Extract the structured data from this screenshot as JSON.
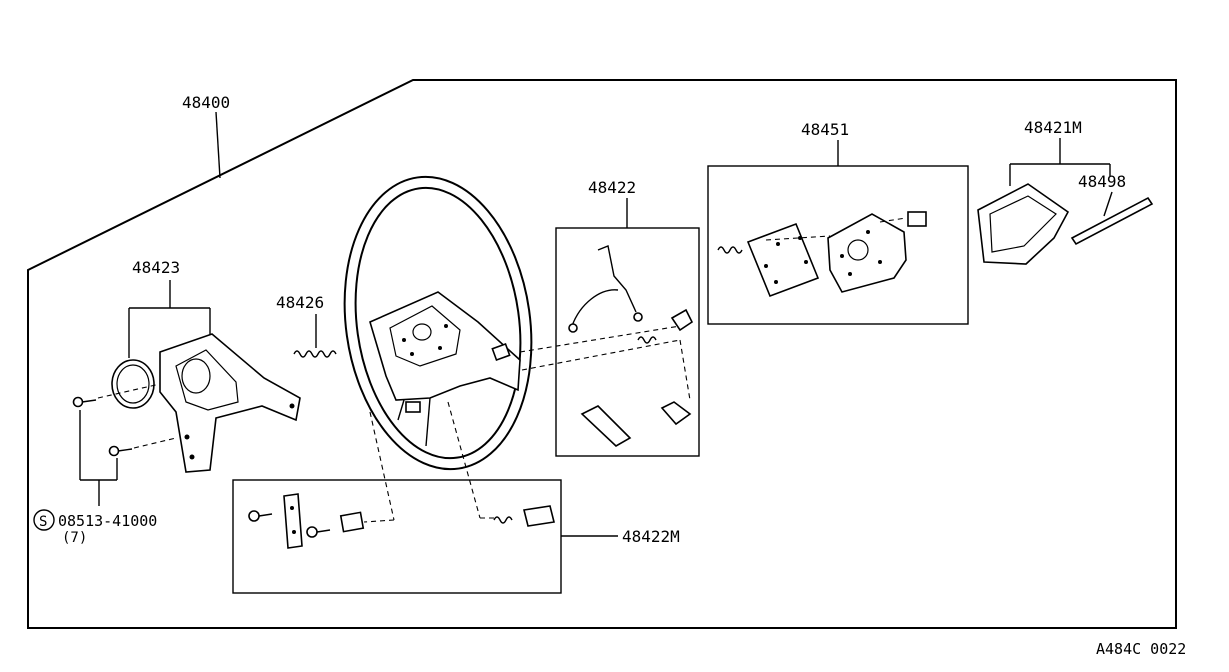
{
  "labels": {
    "assembly": "48400",
    "horn_pad_assy": "48423",
    "spring": "48426",
    "horn_contact": "48422",
    "switch_bracket": "48451",
    "horn_pad": "48421M",
    "emblem": "48498",
    "screw_part": "08513-41000",
    "screw_qty": "(7)",
    "screw_symbol": "S",
    "contact_kit": "48422M"
  },
  "diagram_code": "A484C 0022"
}
